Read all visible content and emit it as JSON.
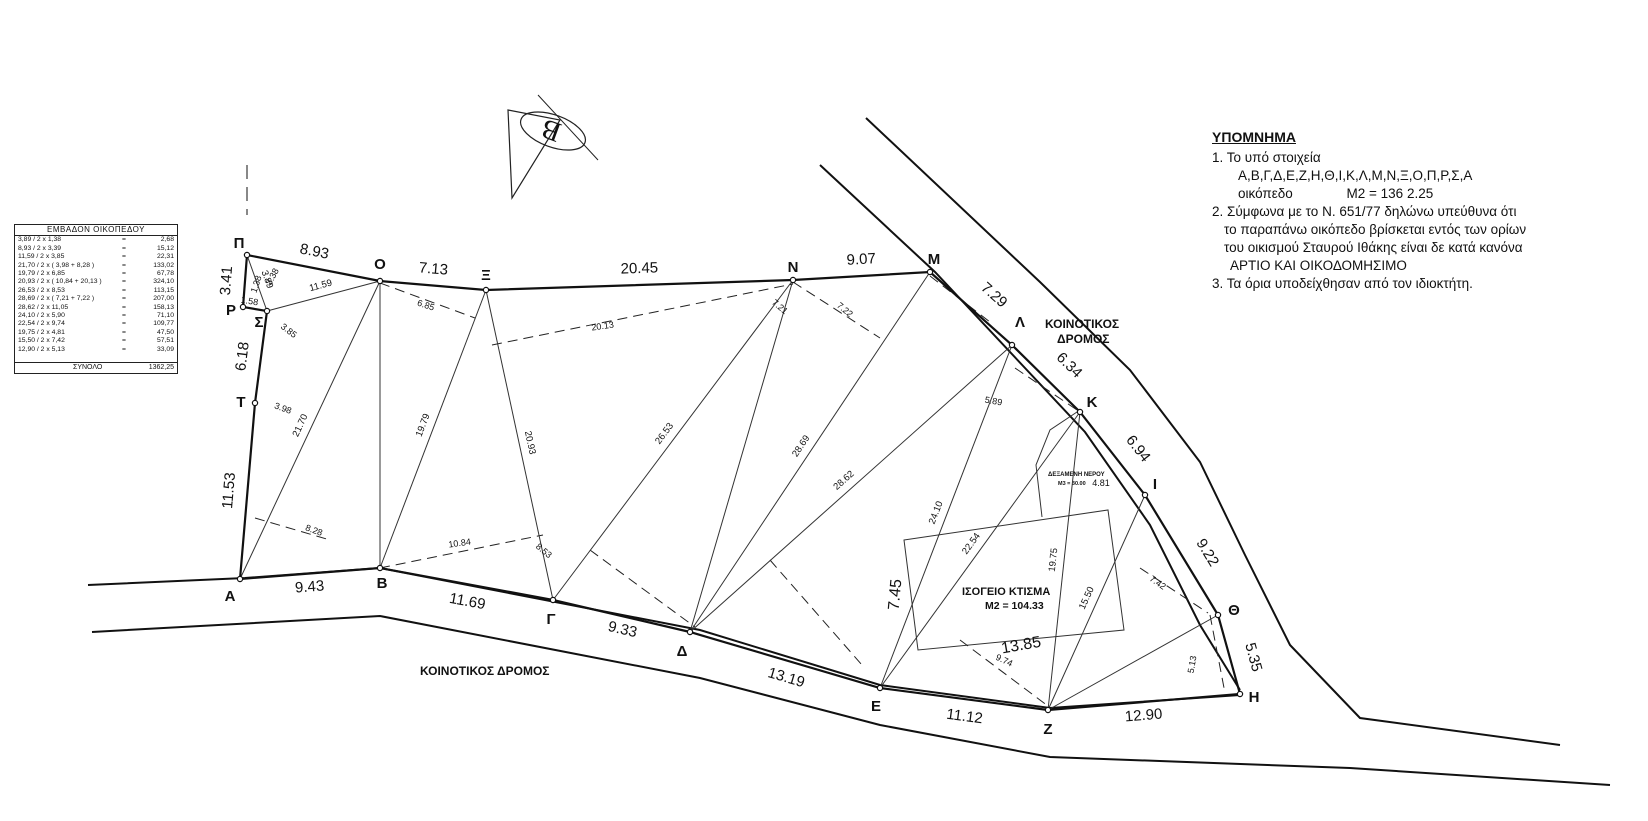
{
  "legend": {
    "title": "ΥΠΟΜΝΗΜΑ",
    "item1": "1. Το υπό στοιχεία",
    "item1_points": "Α,Β,Γ,Δ,Ε,Ζ,Η,Θ,Ι,Κ,Λ,Μ,Ν,Ξ,Ο,Π,Ρ,Σ,Α",
    "item1_plot": "οικόπεδο",
    "item1_area": "Μ2 =  136 2.25",
    "item2_l1": "2. Σύμφωνα με το Ν. 651/77 δηλώνω υπεύθυνα ότι",
    "item2_l2": "το παραπάνω οικόπεδο βρίσκεται εντός των ορίων",
    "item2_l3": "του  οικισμού  Σταυρού Ιθάκης είναι δε κατά κανόνα",
    "item2_l4": "ΑΡΤΙΟ ΚΑΙ ΟΙΚΟΔΟΜΗΣΙΜΟ",
    "item3": "3. Τα όρια υποδείχθησαν από τον ιδιοκτήτη."
  },
  "area_table": {
    "title": "ΕΜΒΑΔΟΝ  ΟΙΚΟΠΕΔΟΥ",
    "rows": [
      {
        "formula": "3,89 / 2 x    1,38",
        "total": "2,68"
      },
      {
        "formula": "8,93 / 2 x    3,39",
        "total": "15,12"
      },
      {
        "formula": "11,59 / 2 x   3,85",
        "total": "22,31"
      },
      {
        "formula": "21,70 / 2 x (  3,98 +  8,28 )",
        "total": "133,02"
      },
      {
        "formula": "19,79 / 2 x   6,85",
        "total": "67,78"
      },
      {
        "formula": "20,93 / 2 x ( 10,84 + 20,13 )",
        "total": "324,10"
      },
      {
        "formula": "26,53 / 2 x   8,53",
        "total": "113,15"
      },
      {
        "formula": "28,69 / 2 x (  7,21 +  7,22 )",
        "total": "207,00"
      },
      {
        "formula": "28,62 / 2 x   11,05",
        "total": "158,13"
      },
      {
        "formula": "24,10 / 2 x   5,90",
        "total": "71,10"
      },
      {
        "formula": "22,54 / 2 x   9,74",
        "total": "109,77"
      },
      {
        "formula": "19,75 / 2 x   4,81",
        "total": "47,50"
      },
      {
        "formula": "15,50 / 2 x   7,42",
        "total": "57,51"
      },
      {
        "formula": "12,90 / 2 x   5,13",
        "total": "33,09"
      }
    ],
    "sum_label": "ΣΥΝΟΛΟ",
    "sum_value": "1362,25"
  },
  "roads": {
    "south": "ΚΟΙΝΟΤΙΚΟΣ   ΔΡΟΜΟΣ",
    "east_l1": "ΚΟΙΝΟΤΙΚΟΣ",
    "east_l2": "ΔΡΟΜΟΣ"
  },
  "building": {
    "label": "ΙΣΟΓΕΙΟ   ΚΤΙΣΜΑ",
    "area": "Μ2 = 104.33"
  },
  "tank": {
    "label": "ΔΕΞΑΜΕΝΗ ΝΕΡΟΥ",
    "volume": "Μ3 = 30.00"
  },
  "north_symbol": "Β",
  "vertices": [
    {
      "name": "Α",
      "label": "Α"
    },
    {
      "name": "Β",
      "label": "Β"
    },
    {
      "name": "Γ",
      "label": "Γ"
    },
    {
      "name": "Δ",
      "label": "Δ"
    },
    {
      "name": "Ε",
      "label": "Ε"
    },
    {
      "name": "Ζ",
      "label": "Ζ"
    },
    {
      "name": "Η",
      "label": "Η"
    },
    {
      "name": "Θ",
      "label": "Θ"
    },
    {
      "name": "Ι",
      "label": "Ι"
    },
    {
      "name": "Κ",
      "label": "Κ"
    },
    {
      "name": "Λ",
      "label": "Λ"
    },
    {
      "name": "Μ",
      "label": "Μ"
    },
    {
      "name": "Ν",
      "label": "Ν"
    },
    {
      "name": "Ξ",
      "label": "Ξ"
    },
    {
      "name": "Ο",
      "label": "Ο"
    },
    {
      "name": "Π",
      "label": "Π"
    },
    {
      "name": "Ρ",
      "label": "Ρ"
    },
    {
      "name": "Σ",
      "label": "Σ"
    },
    {
      "name": "Τ",
      "label": "Τ"
    }
  ],
  "boundary_sides": [
    {
      "from": "Α",
      "to": "Β",
      "length": "9.43"
    },
    {
      "from": "Β",
      "to": "Γ",
      "length": "11.69"
    },
    {
      "from": "Γ",
      "to": "Δ",
      "length": "9.33"
    },
    {
      "from": "Δ",
      "to": "Ε",
      "length": "13.19"
    },
    {
      "from": "Ε",
      "to": "Ζ",
      "length": "11.12"
    },
    {
      "from": "Ζ",
      "to": "Η",
      "length": "12.90"
    },
    {
      "from": "Η",
      "to": "Θ",
      "length": "5.35"
    },
    {
      "from": "Θ",
      "to": "Ι",
      "length": "9.22"
    },
    {
      "from": "Ι",
      "to": "Κ",
      "length": "6.94"
    },
    {
      "from": "Κ",
      "to": "Λ",
      "length": "6.34"
    },
    {
      "from": "Λ",
      "to": "Μ",
      "length": "7.29"
    },
    {
      "from": "Μ",
      "to": "Ν",
      "length": "9.07"
    },
    {
      "from": "Ν",
      "to": "Ξ",
      "length": "20.45"
    },
    {
      "from": "Ξ",
      "to": "Ο",
      "length": "7.13"
    },
    {
      "from": "Ο",
      "to": "Π",
      "length": "8.93"
    },
    {
      "from": "Π",
      "to": "Ρ",
      "length": "3.41"
    },
    {
      "from": "Ρ",
      "to": "Σ",
      "length": "1.58"
    },
    {
      "from": "Σ",
      "to": "Τ",
      "length": "6.18"
    },
    {
      "from": "Τ",
      "to": "Α",
      "length": "11.53"
    }
  ],
  "diagonals": [
    {
      "from": "Α",
      "to": "Ο",
      "length": "21.70"
    },
    {
      "from": "Β",
      "to": "Ο",
      "length": ""
    },
    {
      "from": "Β",
      "to": "Ξ",
      "length": "19.79"
    },
    {
      "from": "Ξ",
      "to": "Γ",
      "length": "20.93"
    },
    {
      "from": "Γ",
      "to": "Ν",
      "length": "26.53"
    },
    {
      "from": "Δ",
      "to": "Ν",
      "length": ""
    },
    {
      "from": "Δ",
      "to": "Μ",
      "length": "28.69"
    },
    {
      "from": "Δ",
      "to": "Λ",
      "length": "28.62"
    },
    {
      "from": "Ε",
      "to": "Λ",
      "length": "24.10"
    },
    {
      "from": "Ε",
      "to": "Κ",
      "length": "22.54"
    },
    {
      "from": "Ζ",
      "to": "Κ",
      "length": "19.75"
    },
    {
      "from": "Ζ",
      "to": "Ι",
      "length": "15.50"
    },
    {
      "from": "Ζ",
      "to": "Θ",
      "length": ""
    },
    {
      "from": "Σ",
      "to": "Ο",
      "length": "11.59"
    },
    {
      "from": "Π",
      "to": "Σ",
      "length": "3.89"
    }
  ],
  "heights": [
    "3.38",
    "1.38",
    "3.85",
    "6.85",
    "3.98",
    "8.28",
    "10.84",
    "20.13",
    "8.53",
    "7.21",
    "7.22",
    "11.05",
    "5.89",
    "9.74",
    "4.81",
    "7.42",
    "5.13"
  ],
  "misc_dims": [
    "7.45",
    "13.85"
  ]
}
